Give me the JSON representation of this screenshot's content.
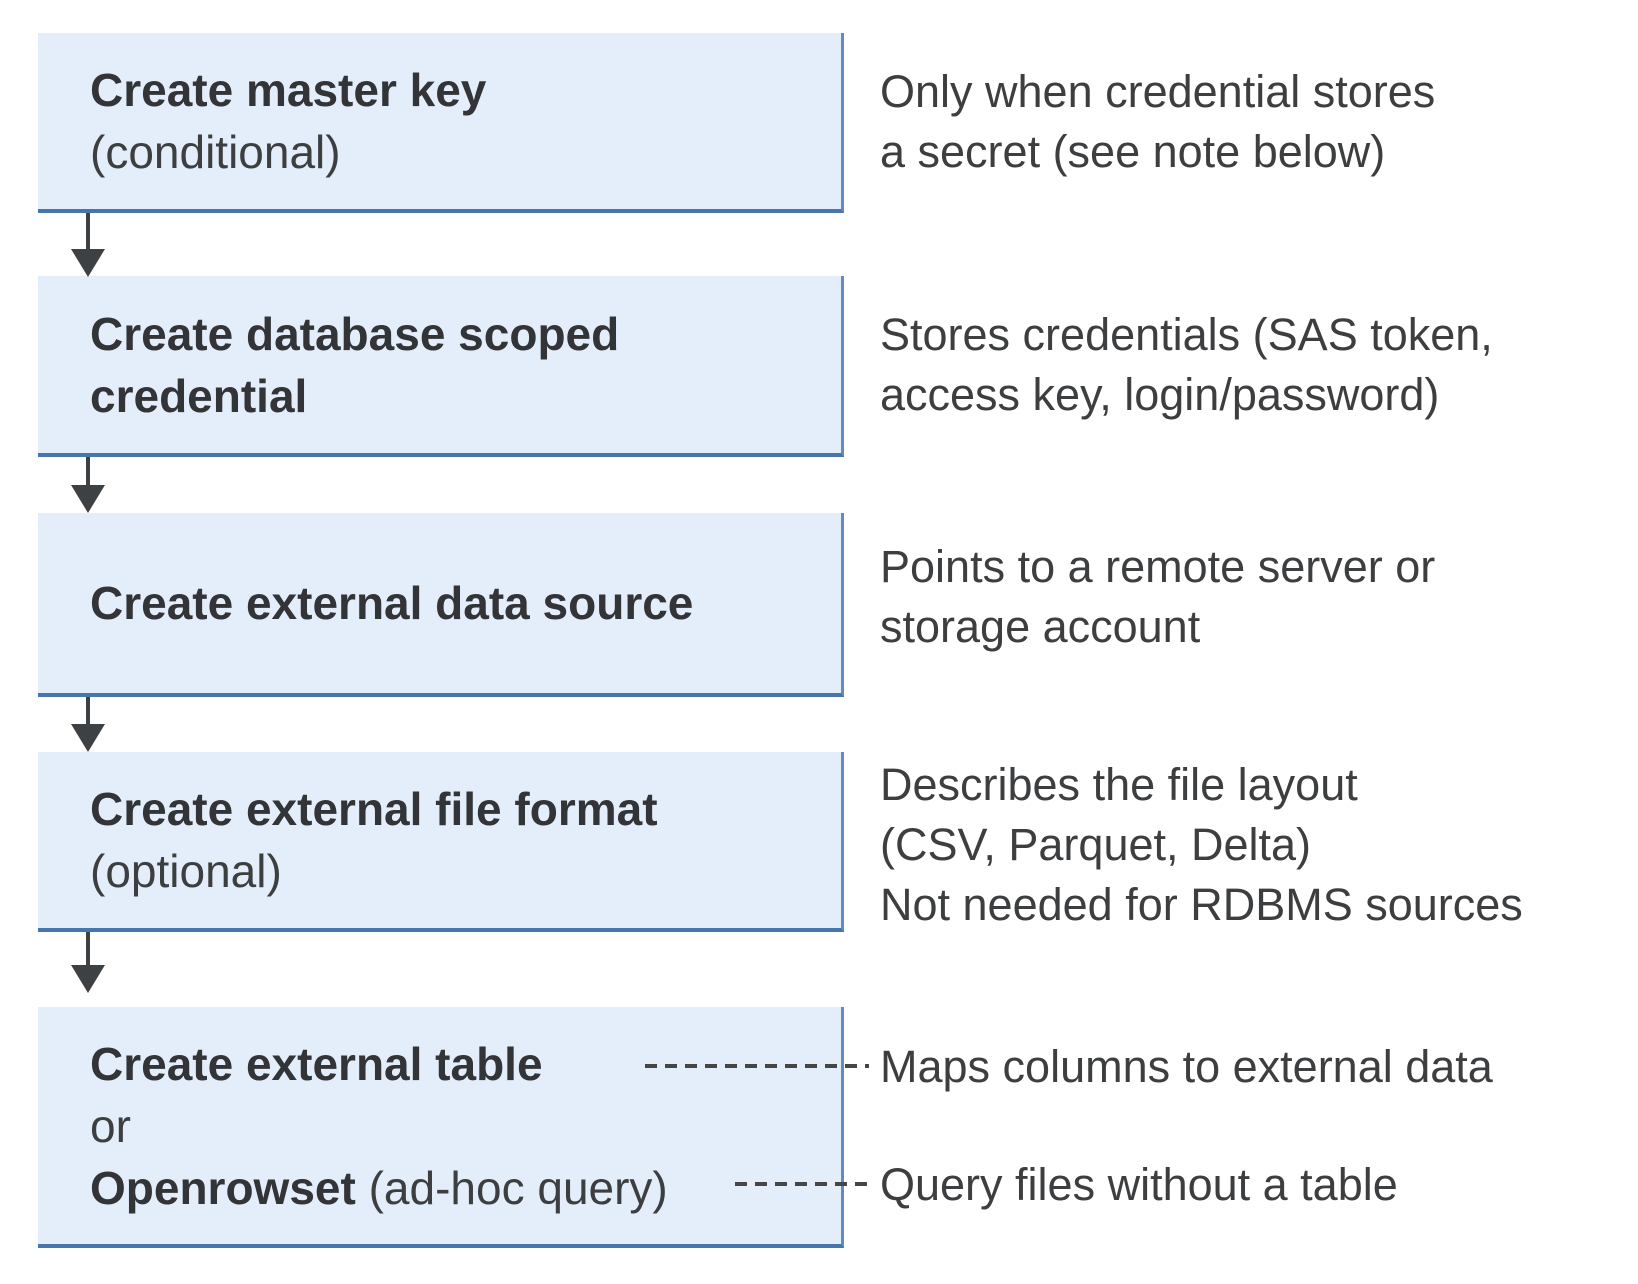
{
  "steps": [
    {
      "id": "create-master-key",
      "title": "Create master key",
      "qualifier": "(conditional)",
      "note": "Only when credential stores\na secret (see note below)"
    },
    {
      "id": "create-database-scoped-credential",
      "title": "Create database scoped\ncredential",
      "note": "Stores credentials (SAS token,\naccess key, login/password)"
    },
    {
      "id": "create-external-data-source",
      "title": "Create external data source",
      "note": "Points to a remote server or\nstorage account"
    },
    {
      "id": "create-external-file-format",
      "title": "Create external file format",
      "qualifier": "(optional)",
      "note": "Describes the file layout\n(CSV, Parquet, Delta)\nNot needed for RDBMS sources"
    },
    {
      "id": "create-external-table-or-openrowset",
      "title": "Create external table",
      "conjunction": "or",
      "alt_title": "Openrowset",
      "alt_qualifier": " (ad-hoc query)",
      "note_table": "Maps columns to external data",
      "note_openrowset": "Query files without a table"
    }
  ],
  "colors": {
    "box_fill": "#e4eefb",
    "box_border_bottom": "#4677ac",
    "box_border_right": "#628cc0",
    "title_text": "#323437",
    "note_text": "#3c3e40",
    "arrow": "#3e4144",
    "dash_line": "#454545"
  }
}
